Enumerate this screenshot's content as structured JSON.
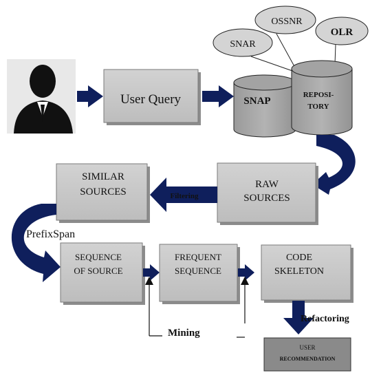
{
  "nodes": {
    "user_query": "User Query",
    "snap": "SNAP",
    "repository": [
      "REPOSI-",
      "TORY"
    ],
    "snar": "SNAR",
    "ossnr": "OSSNR",
    "olr": "OLR",
    "raw_sources": [
      "RAW",
      "SOURCES"
    ],
    "similar_sources": [
      "SIMILAR",
      "SOURCES"
    ],
    "sequence_of_source": [
      "SEQUENCE",
      "OF SOURCE"
    ],
    "frequent_sequence": [
      "FREQUENT",
      "SEQUENCE"
    ],
    "code_skeleton": [
      "CODE",
      "SKELETON"
    ],
    "user_recommendation": [
      "USER",
      "RECOMMENDATION"
    ]
  },
  "edge_labels": {
    "filtering": "Filtering",
    "prefixspan": "PrefixSpan",
    "mining": "Mining",
    "refactoring": "Refactoring"
  },
  "colors": {
    "arrow": "#0f1f5c",
    "box": "#c8c8c8",
    "box_dark": "#8a8a8a",
    "cylinder": "#a6a6a6",
    "ellipse": "#d4d4d4"
  }
}
